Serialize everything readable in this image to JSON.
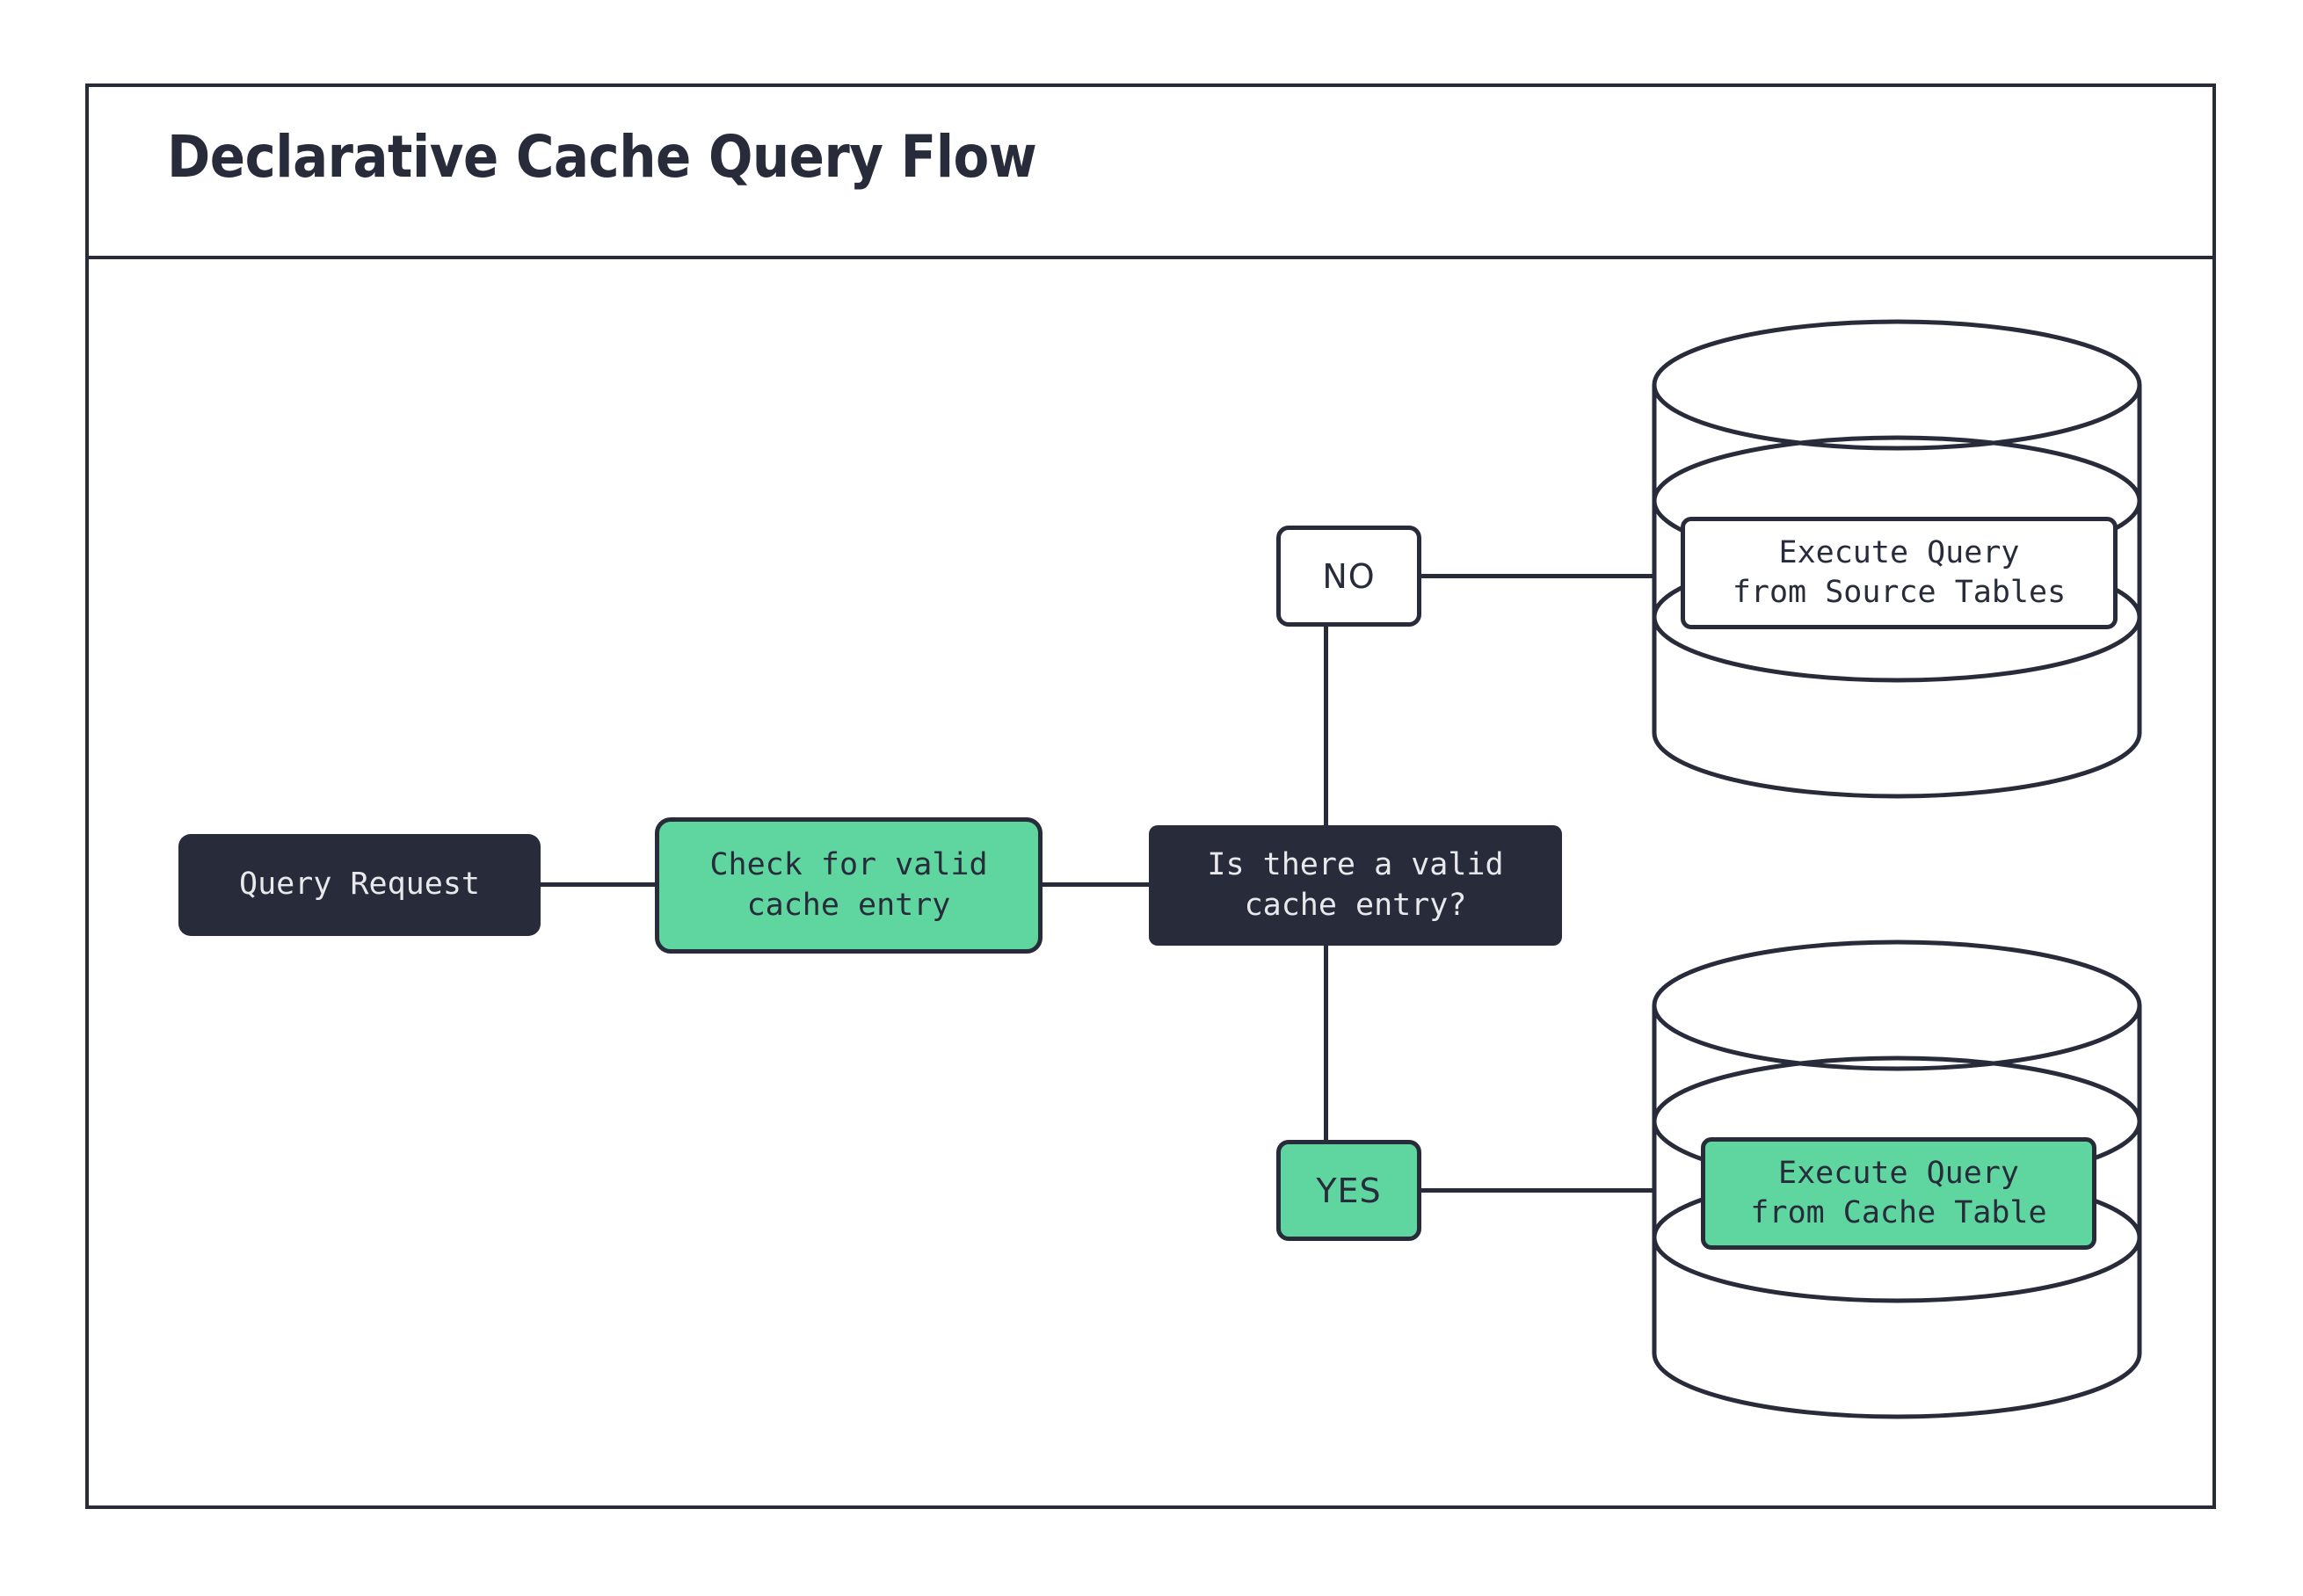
{
  "diagram": {
    "title": "Declarative Cache Query Flow",
    "colors": {
      "ink": "#272B3A",
      "green": "#5FD6A0",
      "white": "#FFFFFF",
      "light_text": "#E8E9EC"
    },
    "nodes": {
      "query_request": "Query Request",
      "check_cache": "Check for valid\ncache entry",
      "decision": "Is there a valid\ncache entry?",
      "branch_no": "NO",
      "branch_yes": "YES",
      "source_db_label": "Execute Query\nfrom Source Tables",
      "cache_db_label": "Execute Query\nfrom Cache Table"
    },
    "shapes": {
      "source_database": "database-cylinder",
      "cache_database": "database-cylinder"
    }
  }
}
